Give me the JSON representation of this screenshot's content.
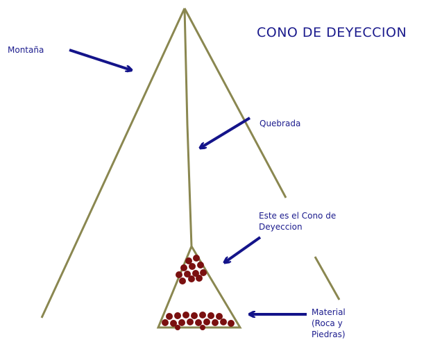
{
  "title": "CONO DE DEYECCION",
  "labels": {
    "montana": "Montaña",
    "quebrada": "Quebrada",
    "cono_line1": "Este es el Cono de",
    "cono_line2": "Deyeccion",
    "material_line1": "Material",
    "material_line2": "(Roca y",
    "material_line3": "Piedras)"
  },
  "colors": {
    "mountain_line": "#8a8750",
    "arrow": "#14148a",
    "text": "#1a1a8c",
    "rock": "#7a1010"
  }
}
